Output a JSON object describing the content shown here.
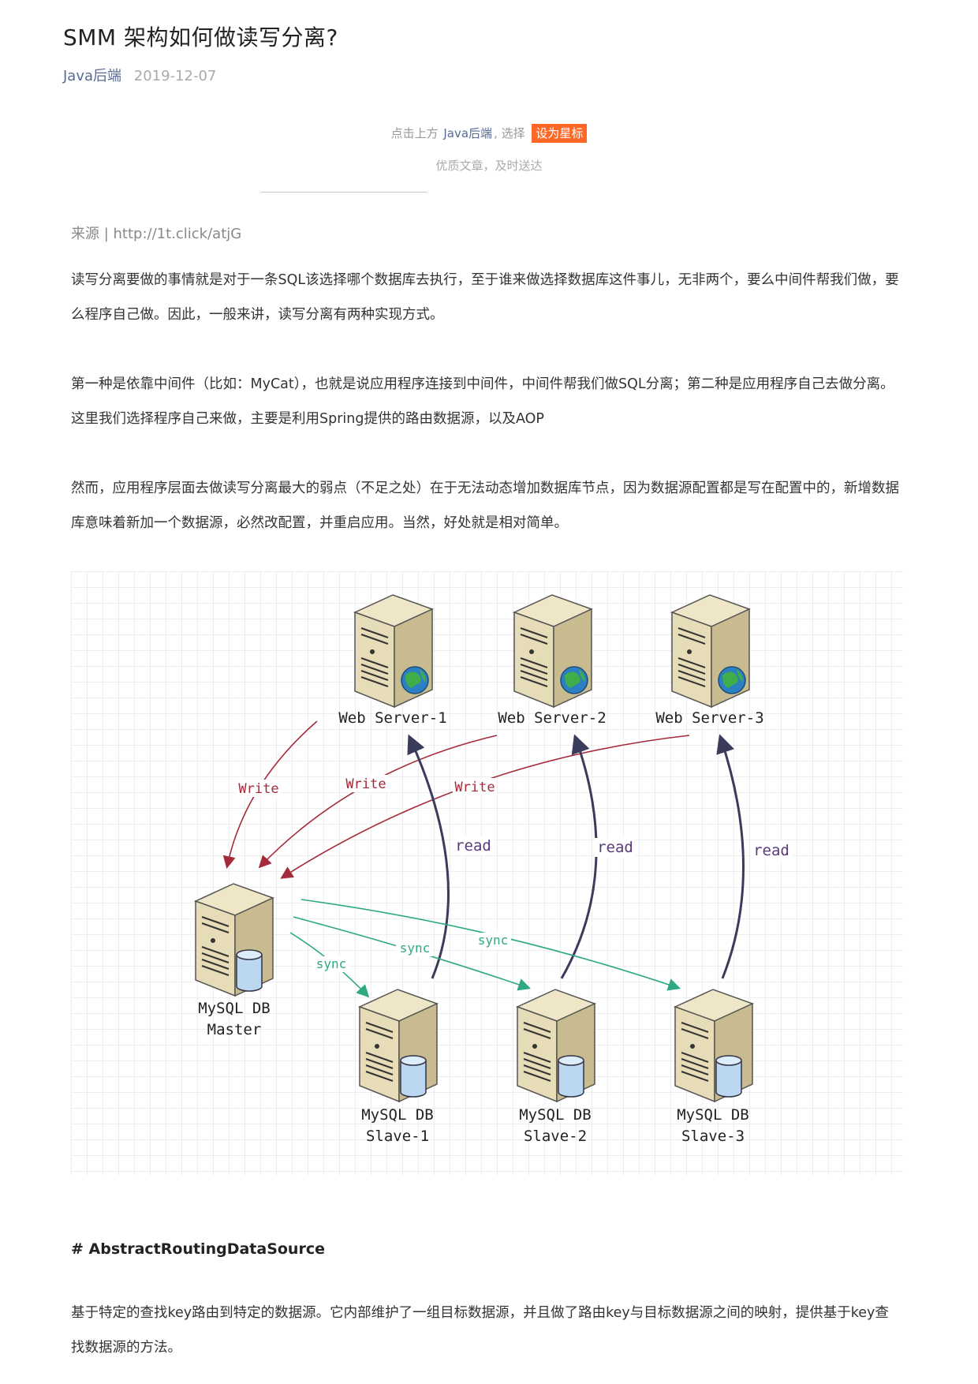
{
  "article": {
    "title": "SMM 架构如何做读写分离?",
    "author": "Java后端",
    "date": "2019-12-07"
  },
  "follow_tip": {
    "prefix": "点击上方",
    "account": "Java后端",
    "mid": ", 选择",
    "star": "设为星标",
    "line2": "优质文章，及时送达"
  },
  "source": "来源 | http://1t.click/atjG",
  "paragraphs": [
    "读写分离要做的事情就是对于一条SQL该选择哪个数据库去执行，至于谁来做选择数据库这件事儿，无非两个，要么中间件帮我们做，要么程序自己做。因此，一般来讲，读写分离有两种实现方式。",
    "第一种是依靠中间件（比如：MyCat），也就是说应用程序连接到中间件，中间件帮我们做SQL分离；第二种是应用程序自己去做分离。这里我们选择程序自己来做，主要是利用Spring提供的路由数据源，以及AOP",
    "然而，应用程序层面去做读写分离最大的弱点（不足之处）在于无法动态增加数据库节点，因为数据源配置都是写在配置中的，新增数据库意味着新加一个数据源，必然改配置，并重启应用。当然，好处就是相对简单。"
  ],
  "diagram": {
    "web_servers": [
      "Web Server-1",
      "Web Server-2",
      "Web Server-3"
    ],
    "master_line1": "MySQL DB",
    "master_line2": "Master",
    "slaves": [
      {
        "line1": "MySQL DB",
        "line2": "Slave-1"
      },
      {
        "line1": "MySQL DB",
        "line2": "Slave-2"
      },
      {
        "line1": "MySQL DB",
        "line2": "Slave-3"
      }
    ],
    "write_label": "Write",
    "read_label": "read",
    "sync_label": "sync",
    "colors": {
      "write": "#a52a3a",
      "read": "#3b3b5c",
      "sync": "#2ea882",
      "grid": "#d9d9d9"
    }
  },
  "section_heading": "# AbstractRoutingDataSource",
  "section_paragraph": "基于特定的查找key路由到特定的数据源。它内部维护了一组目标数据源，并且做了路由key与目标数据源之间的映射，提供基于key查找数据源的方法。"
}
